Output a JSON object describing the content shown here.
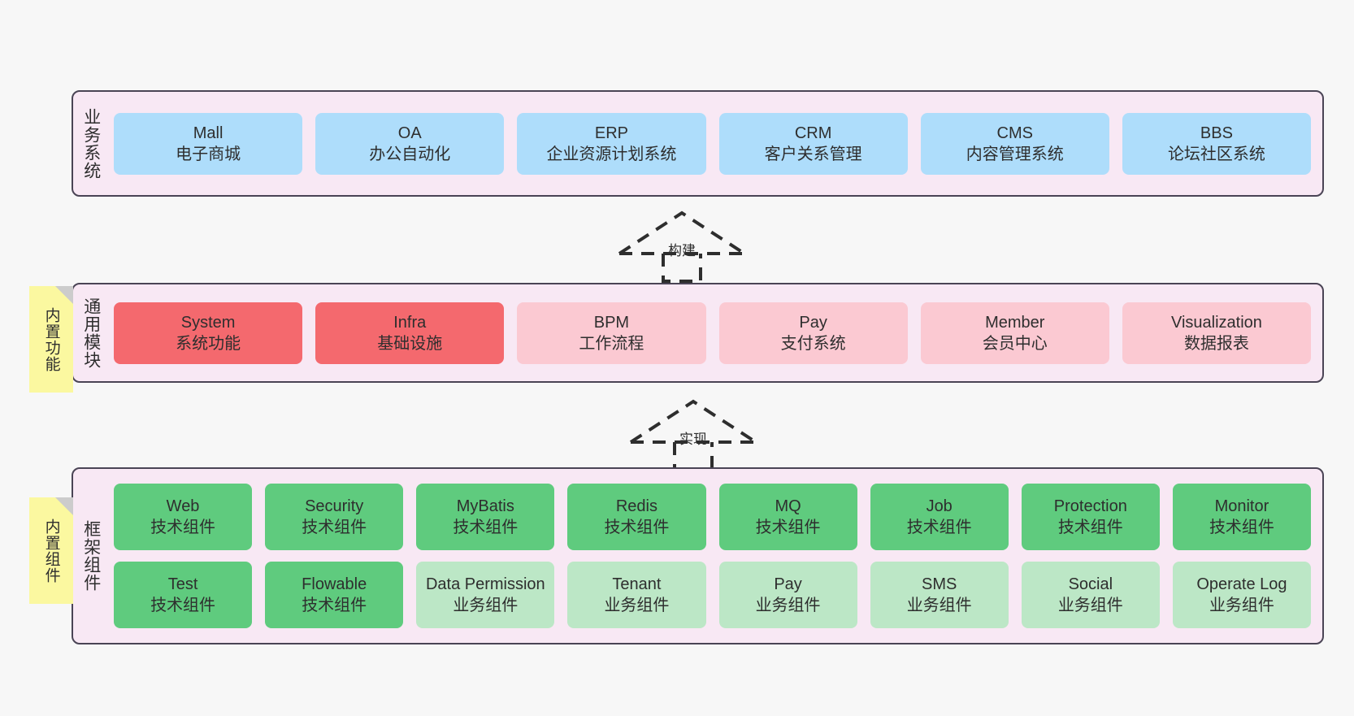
{
  "diagram": {
    "background": "#F7F7F7",
    "container_fill": "#F8E8F4",
    "container_border": "#4A4455",
    "palette": {
      "business": "#AEDDFB",
      "module_core": "#F4696E",
      "module_optional": "#FBC9D2",
      "tech_component": "#5FCB7E",
      "biz_component": "#BCE7C6",
      "sticky": "#FBF8A0",
      "sticky_fold": "#CCCCCC"
    }
  },
  "layers": {
    "business": {
      "title": "业务系统",
      "rows": [
        [
          {
            "name": "Mall",
            "desc": "电子商城",
            "style": "c-blue"
          },
          {
            "name": "OA",
            "desc": "办公自动化",
            "style": "c-blue"
          },
          {
            "name": "ERP",
            "desc": "企业资源计划系统",
            "style": "c-blue"
          },
          {
            "name": "CRM",
            "desc": "客户关系管理",
            "style": "c-blue"
          },
          {
            "name": "CMS",
            "desc": "内容管理系统",
            "style": "c-blue"
          },
          {
            "name": "BBS",
            "desc": "论坛社区系统",
            "style": "c-blue"
          }
        ]
      ]
    },
    "common": {
      "title": "通用模块",
      "sticky": "内置功能",
      "rows": [
        [
          {
            "name": "System",
            "desc": "系统功能",
            "style": "c-red"
          },
          {
            "name": "Infra",
            "desc": "基础设施",
            "style": "c-red"
          },
          {
            "name": "BPM",
            "desc": "工作流程",
            "style": "c-pink"
          },
          {
            "name": "Pay",
            "desc": "支付系统",
            "style": "c-pink"
          },
          {
            "name": "Member",
            "desc": "会员中心",
            "style": "c-pink"
          },
          {
            "name": "Visualization",
            "desc": "数据报表",
            "style": "c-pink"
          }
        ]
      ]
    },
    "framework": {
      "title": "框架组件",
      "sticky": "内置组件",
      "rows": [
        [
          {
            "name": "Web",
            "desc": "技术组件",
            "style": "c-green"
          },
          {
            "name": "Security",
            "desc": "技术组件",
            "style": "c-green"
          },
          {
            "name": "MyBatis",
            "desc": "技术组件",
            "style": "c-green"
          },
          {
            "name": "Redis",
            "desc": "技术组件",
            "style": "c-green"
          },
          {
            "name": "MQ",
            "desc": "技术组件",
            "style": "c-green"
          },
          {
            "name": "Job",
            "desc": "技术组件",
            "style": "c-green"
          },
          {
            "name": "Protection",
            "desc": "技术组件",
            "style": "c-green"
          },
          {
            "name": "Monitor",
            "desc": "技术组件",
            "style": "c-green"
          }
        ],
        [
          {
            "name": "Test",
            "desc": "技术组件",
            "style": "c-green"
          },
          {
            "name": "Flowable",
            "desc": "技术组件",
            "style": "c-green"
          },
          {
            "name": "Data Permission",
            "desc": "业务组件",
            "style": "c-green-light"
          },
          {
            "name": "Tenant",
            "desc": "业务组件",
            "style": "c-green-light"
          },
          {
            "name": "Pay",
            "desc": "业务组件",
            "style": "c-green-light"
          },
          {
            "name": "SMS",
            "desc": "业务组件",
            "style": "c-green-light"
          },
          {
            "name": "Social",
            "desc": "业务组件",
            "style": "c-green-light"
          },
          {
            "name": "Operate Log",
            "desc": "业务组件",
            "style": "c-green-light"
          }
        ]
      ]
    }
  },
  "connectors": [
    {
      "id": "build",
      "label": "构建",
      "from": "common",
      "to": "business"
    },
    {
      "id": "impl",
      "label": "实现",
      "from": "framework",
      "to": "common"
    }
  ]
}
